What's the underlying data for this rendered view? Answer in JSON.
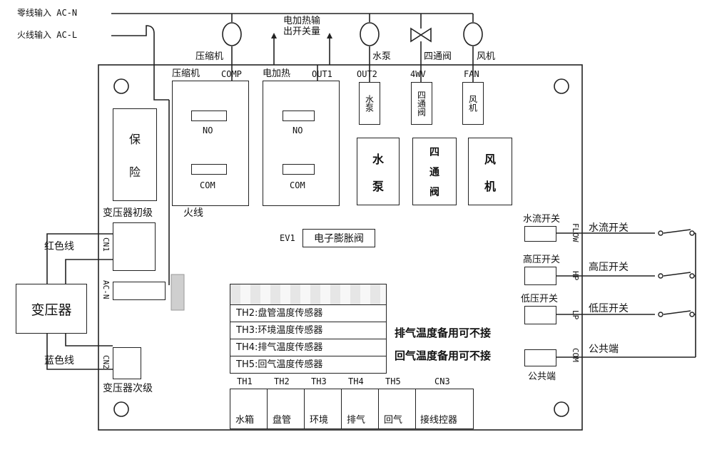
{
  "inputs": {
    "neutral": "零线输入 AC-N",
    "live": "火线输入 AC-L"
  },
  "loads": {
    "compressor": "压缩机",
    "heater": "电加热输\n出开关量",
    "pump": "水泵",
    "valve": "四通阀",
    "fan": "风机"
  },
  "ports": {
    "comp_name": "压缩机",
    "comp": "COMP",
    "heat_name": "电加热",
    "out1": "OUT1",
    "out2": "OUT2",
    "wv": "4WV",
    "fan": "FAN"
  },
  "relay": {
    "no": "NO",
    "com": "COM"
  },
  "small_modules": {
    "pump": "水泵",
    "valve": "四通阀",
    "fan": "风机"
  },
  "large_modules": {
    "pump": [
      "水",
      "泵"
    ],
    "valve": [
      "四",
      "通",
      "阀"
    ],
    "fan": [
      "风",
      "机"
    ]
  },
  "fuse": [
    "保",
    "险"
  ],
  "live_wire": "火线",
  "transformer": {
    "primary": "变压器初级",
    "secondary": "变压器次级",
    "name": "变压器",
    "red": "红色线",
    "blue": "蓝色线",
    "cn1": "CN1",
    "cn2": "CN2",
    "acn": "AC-N"
  },
  "ev1": {
    "code": "EV1",
    "label": "电子膨胀阀"
  },
  "sensors": [
    "TH2:盘管温度传感器",
    "TH3:环境温度传感器",
    "TH4:排气温度传感器",
    "TH5:回气温度传感器"
  ],
  "notes": {
    "exhaust": "排气温度备用可不接",
    "return": "回气温度备用可不接"
  },
  "switches": {
    "flow_in": "水流开关",
    "flow_code": "FLOW",
    "flow_out": "水流开关",
    "hp_in": "高压开关",
    "hp_code": "HP",
    "hp_out": "高压开关",
    "lp_in": "低压开关",
    "lp_code": "LP",
    "lp_out": "低压开关",
    "com_code": "COM",
    "com_out": "公共端",
    "com_below": "公共端"
  },
  "connectors": [
    {
      "top": "TH1",
      "bottom": "水箱"
    },
    {
      "top": "TH2",
      "bottom": "盘管"
    },
    {
      "top": "TH3",
      "bottom": "环境"
    },
    {
      "top": "TH4",
      "bottom": "排气"
    },
    {
      "top": "TH5",
      "bottom": "回气"
    },
    {
      "top": "CN3",
      "bottom": "接线控器"
    }
  ]
}
